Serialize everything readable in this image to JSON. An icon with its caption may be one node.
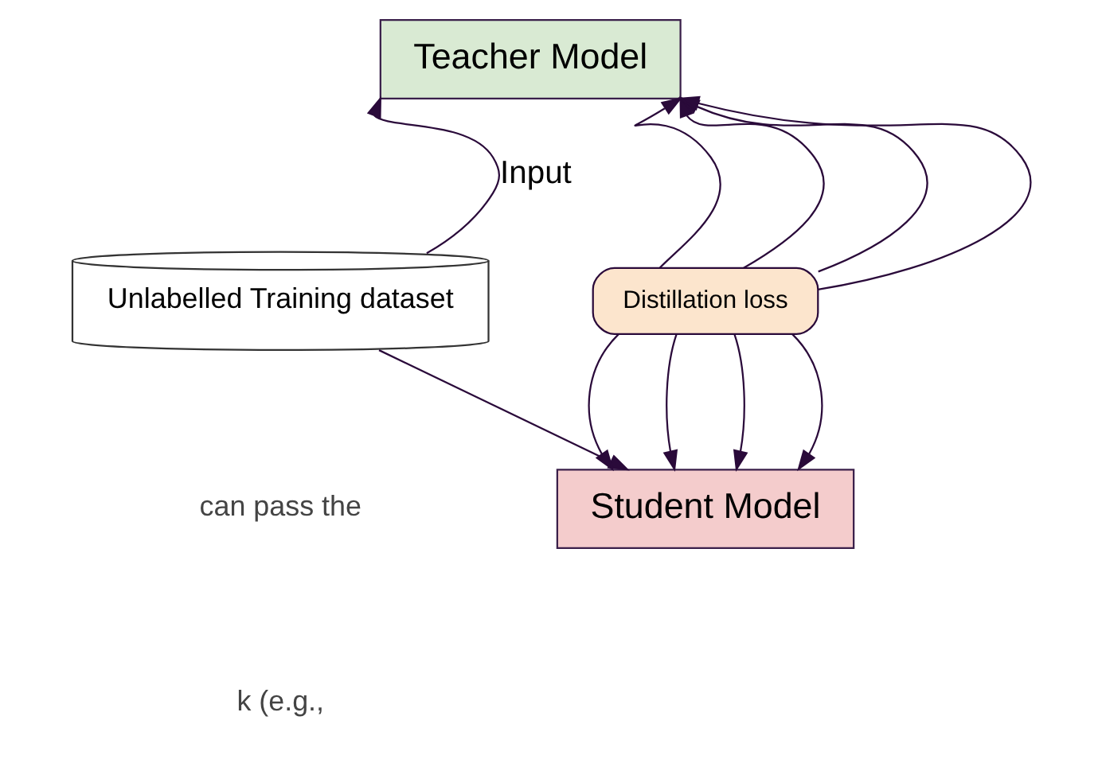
{
  "diagram": {
    "nodes": [
      {
        "text": [
          "Teacher Model"
        ]
      },
      {
        "text": [
          "Unlabelled Training dataset"
        ]
      },
      {
        "text": [
          "Distillation loss"
        ]
      },
      {
        "text": [
          "Student Model"
        ]
      }
    ],
    "edges": [
      {
        "from": 1,
        "to": 0,
        "arrow": "to",
        "label": "Input"
      },
      {
        "from": 1,
        "to": 3,
        "arrow": "to"
      },
      {
        "from": 2,
        "to": 0,
        "arrow": "to"
      },
      {
        "from": 2,
        "to": 3,
        "arrow": "to"
      },
      {
        "from": 2,
        "to": 0,
        "arrow": "to"
      },
      {
        "from": 2,
        "to": 3,
        "arrow": "to"
      },
      {
        "from": 2,
        "to": 0,
        "arrow": "to"
      },
      {
        "from": 2,
        "to": 3,
        "arrow": "to"
      },
      {
        "from": 2,
        "to": 0,
        "arrow": "to"
      },
      {
        "from": 2,
        "to": 3,
        "arrow": "to"
      }
    ],
    "labels": [
      "can pass the",
      "k (e.g.,"
    ]
  }
}
